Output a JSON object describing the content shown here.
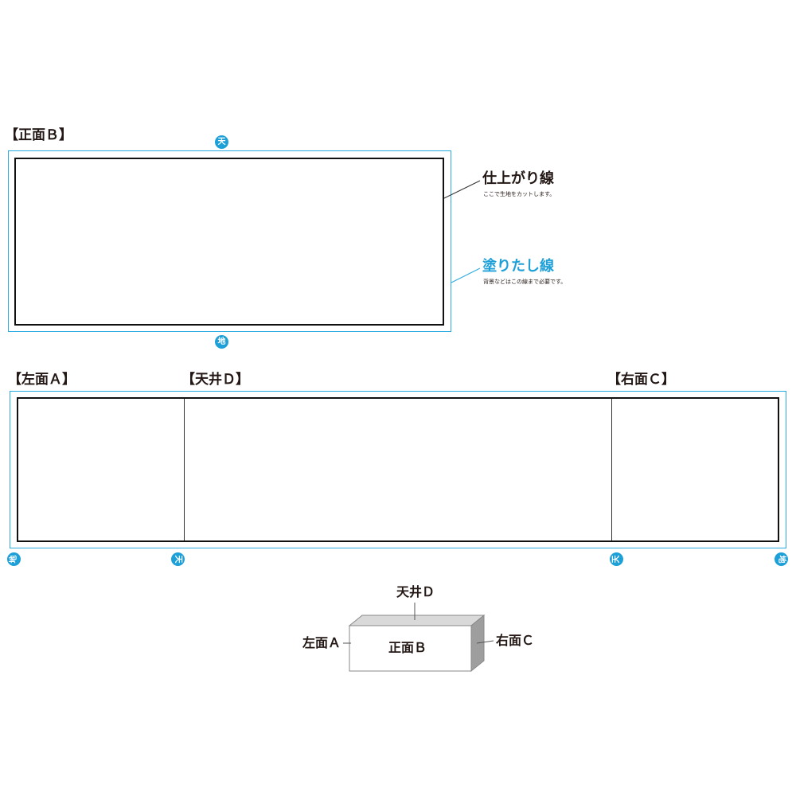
{
  "colors": {
    "bleed_line": "#29abe2",
    "trim_line": "#111111",
    "badge_fill": "#1d9fd8",
    "bleed_title": "#1d9fd8",
    "text": "#231815",
    "box_top": "#d9d9d9",
    "box_side": "#9e9e9e"
  },
  "front_panel": {
    "label": "【正面Ｂ】",
    "badge_top": "天",
    "badge_bottom": "地"
  },
  "legend": {
    "trim_title": "仕上がり線",
    "trim_desc": "ここで生地をカットします。",
    "bleed_title": "塗りたし線",
    "bleed_desc": "背景などはこの線まで必要です。"
  },
  "strip": {
    "label_left": "【左面Ａ】",
    "label_top": "【天井Ｄ】",
    "label_right": "【右面Ｃ】",
    "badges": [
      "地",
      "天",
      "天",
      "地"
    ]
  },
  "box_diagram": {
    "top_label": "天井Ｄ",
    "left_label": "左面Ａ",
    "front_label": "正面Ｂ",
    "right_label": "右面Ｃ"
  }
}
